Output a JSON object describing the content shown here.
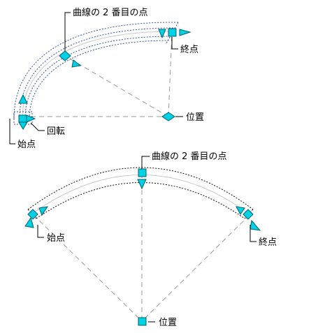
{
  "top": {
    "second_point_label": "曲線の 2 番目の点",
    "end_label": "終点",
    "location_label": "位置",
    "rotation_label": "回転",
    "start_label": "始点"
  },
  "bottom": {
    "second_point_label": "曲線の 2 番目の点",
    "start_label": "始点",
    "end_label": "終点",
    "location_label": "位置"
  },
  "colors": {
    "grip_fill": "#00d2e6",
    "grip_stroke": "#00606e",
    "top_edge": "#3355aa",
    "bottom_edge": "#111111",
    "guide": "#9a9a9a"
  }
}
